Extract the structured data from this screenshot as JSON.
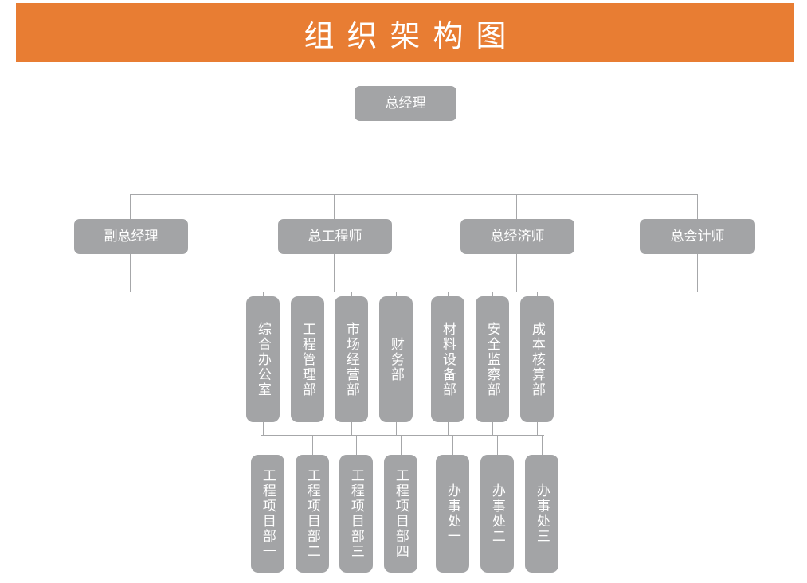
{
  "page": {
    "title": "组织架构图",
    "banner_color": "#e87d33",
    "node_color": "#a3a4a6",
    "line_color": "#a6a7a9",
    "text_color": "#ffffff",
    "background_color": "#ffffff"
  },
  "chart_data": {
    "type": "diagram",
    "subtype": "org-chart",
    "title": "组织架构图",
    "orientation": "top-down",
    "levels": [
      {
        "level": 1,
        "nodes": [
          {
            "id": "gm",
            "label": "总经理",
            "parent": null
          }
        ]
      },
      {
        "level": 2,
        "nodes": [
          {
            "id": "deputy-gm",
            "label": "副总经理",
            "parent": "gm"
          },
          {
            "id": "chief-engineer",
            "label": "总工程师",
            "parent": "gm"
          },
          {
            "id": "chief-economist",
            "label": "总经济师",
            "parent": "gm"
          },
          {
            "id": "chief-accountant",
            "label": "总会计师",
            "parent": "gm"
          }
        ]
      },
      {
        "level": 3,
        "nodes": [
          {
            "id": "dept-admin",
            "label": "综合办公室",
            "parent": "level-2-bus"
          },
          {
            "id": "dept-eng-mgmt",
            "label": "工程管理部",
            "parent": "level-2-bus"
          },
          {
            "id": "dept-market",
            "label": "市场经营部",
            "parent": "level-2-bus"
          },
          {
            "id": "dept-finance",
            "label": "财务部",
            "parent": "level-2-bus"
          },
          {
            "id": "dept-materials",
            "label": "材料设备部",
            "parent": "level-2-bus"
          },
          {
            "id": "dept-safety",
            "label": "安全监察部",
            "parent": "level-2-bus"
          },
          {
            "id": "dept-cost",
            "label": "成本核算部",
            "parent": "level-2-bus"
          }
        ]
      },
      {
        "level": 4,
        "nodes": [
          {
            "id": "proj-1",
            "label": "工程项目部一",
            "parent": "level-3-bus"
          },
          {
            "id": "proj-2",
            "label": "工程项目部二",
            "parent": "level-3-bus"
          },
          {
            "id": "proj-3",
            "label": "工程项目部三",
            "parent": "level-3-bus"
          },
          {
            "id": "proj-4",
            "label": "工程项目部四",
            "parent": "level-3-bus"
          },
          {
            "id": "office-1",
            "label": "办事处一",
            "parent": "level-3-bus"
          },
          {
            "id": "office-2",
            "label": "办事处二",
            "parent": "level-3-bus"
          },
          {
            "id": "office-3",
            "label": "办事处三",
            "parent": "level-3-bus"
          }
        ]
      }
    ]
  }
}
